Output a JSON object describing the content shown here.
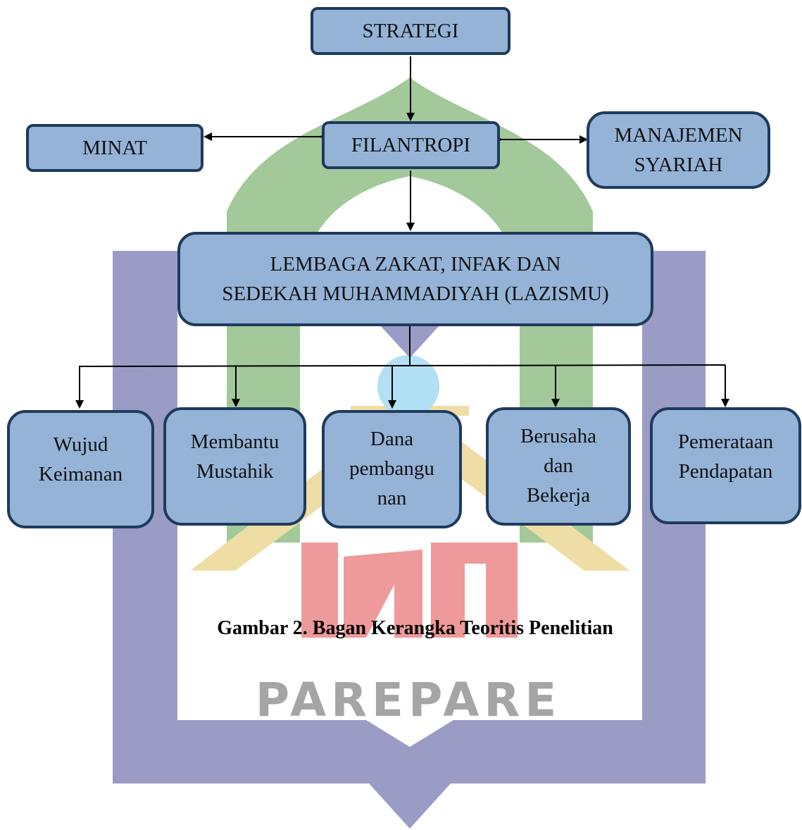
{
  "watermark": {
    "text": "PAREPARE",
    "colors": {
      "frame": "#9b9cc6",
      "arch": "#a3c99a",
      "roof": "#efdda6",
      "logo": "#ef9a9a",
      "text": "#a5a5a5",
      "globe": "#b2e0f4"
    }
  },
  "diagram": {
    "strategi": {
      "lines": [
        "STRATEGI"
      ]
    },
    "filantropi": {
      "lines": [
        "FILANTROPI"
      ]
    },
    "minat": {
      "lines": [
        "MINAT"
      ]
    },
    "manajemen": {
      "lines": [
        "MANAJEMEN",
        "SYARIAH"
      ]
    },
    "lazismu": {
      "lines": [
        "LEMBAGA ZAKAT, INFAK DAN",
        "SEDEKAH MUHAMMADIYAH (LAZISMU)"
      ]
    },
    "outcomes": [
      {
        "lines": [
          "Wujud",
          "Keimanan"
        ]
      },
      {
        "lines": [
          "Membantu",
          "Mustahik"
        ]
      },
      {
        "lines": [
          "Dana",
          "pembangu",
          "nan"
        ]
      },
      {
        "lines": [
          "Berusaha",
          "dan",
          "Bekerja"
        ]
      },
      {
        "lines": [
          "Pemerataan",
          "Pendapatan"
        ]
      }
    ],
    "colors": {
      "box_fill": "#95b3d7",
      "box_border": "#1f3a5c",
      "line": "#000000"
    }
  },
  "caption": "Gambar 2. Bagan Kerangka Teoritis Penelitian"
}
